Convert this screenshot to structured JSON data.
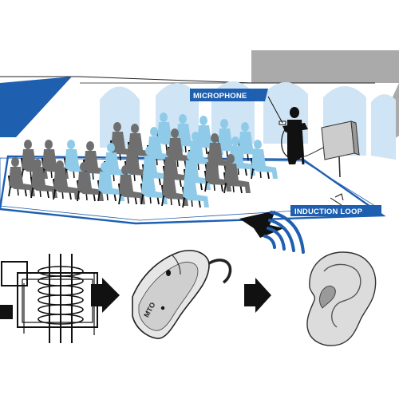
{
  "labels": {
    "microphone": "MICROPHONE",
    "induction_loop": "INDUCTION LOOP",
    "hearing_aid_marking": "MTO"
  },
  "colors": {
    "loop_blue": "#1f5fb0",
    "wall_blue": "#cfe4f4",
    "seated_light": "#8fcbe8",
    "seated_dark": "#6f6f6f",
    "corner_gray": "#aaaaaa",
    "ear": "#dcdcdc"
  },
  "icons": {
    "signal": "wireless-signal-icon",
    "arrow": "right-arrow-icon"
  }
}
